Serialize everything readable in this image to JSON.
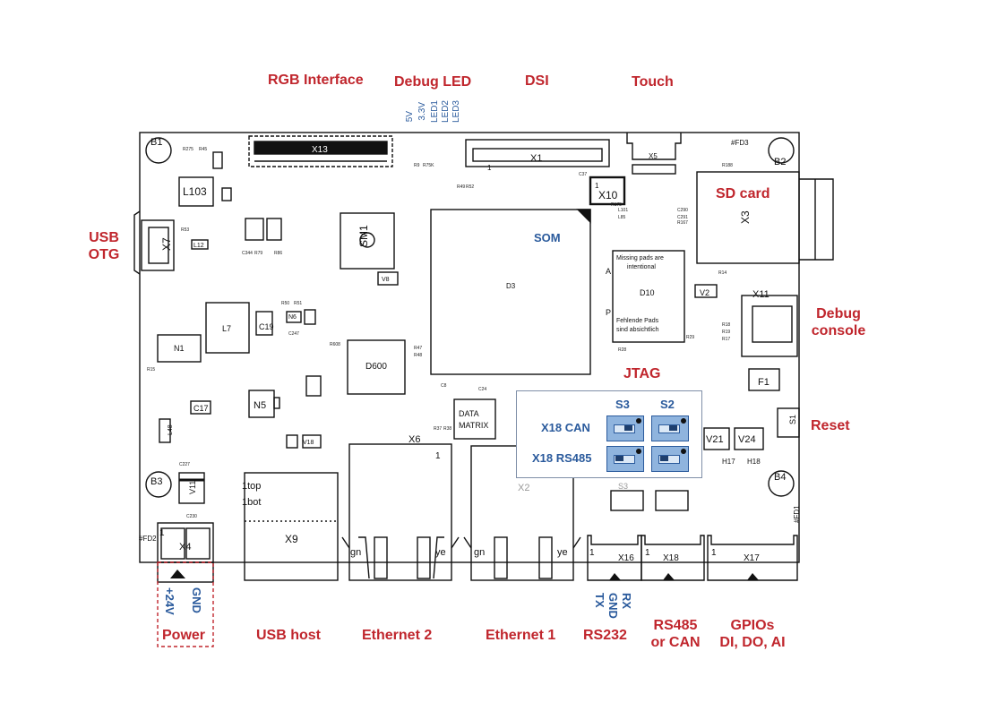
{
  "labels": {
    "rgb_interface": "RGB Interface",
    "debug_led": "Debug LED",
    "dsi": "DSI",
    "touch": "Touch",
    "sd_card": "SD card",
    "usb_otg_1": "USB",
    "usb_otg_2": "OTG",
    "debug_console_1": "Debug",
    "debug_console_2": "console",
    "jtag": "JTAG",
    "reset": "Reset",
    "power": "Power",
    "usb_host": "USB host",
    "ethernet2": "Ethernet 2",
    "ethernet1": "Ethernet 1",
    "rs232": "RS232",
    "rs485_1": "RS485",
    "rs485_2": "or CAN",
    "gpios_1": "GPIOs",
    "gpios_2": "DI, DO, AI",
    "som": "SOM"
  },
  "debug_leds": [
    "5V",
    "3.3V",
    "LED1",
    "LED2",
    "LED3"
  ],
  "power_pins": [
    "+24V",
    "GND"
  ],
  "rs232_pins": [
    "TX",
    "GND",
    "RX"
  ],
  "jtag_panel": {
    "col_s3": "S3",
    "col_s2": "S2",
    "row_can": "X18 CAN",
    "row_rs485": "X18 RS485"
  },
  "board": {
    "components": {
      "x13": "X13",
      "x1": "X1",
      "x5": "X5",
      "x10": "X10",
      "x3": "X3",
      "d3": "D3",
      "d10": "D10",
      "d600": "D600",
      "sm1": "SM1",
      "l103": "L103",
      "x7": "X7",
      "l7": "L7",
      "n1": "N1",
      "n5": "N5",
      "c17": "C17",
      "c19": "C19",
      "x11": "X11",
      "f1": "F1",
      "s1": "S1",
      "v21": "V21",
      "v24": "V24",
      "x6": "X6",
      "x2": "X2",
      "x9": "X9",
      "x4": "X4",
      "x16": "X16",
      "x18": "X18",
      "x17": "X17",
      "v11": "V11",
      "v2": "V2",
      "v8": "V8",
      "n6": "N6",
      "l12": "L12",
      "v18": "V18",
      "l48": "L48",
      "h17": "H17",
      "h18": "H18",
      "b1": "B1",
      "b2": "B2",
      "b3": "B3",
      "b4": "B4",
      "fd1": "#FD1",
      "fd2": "#FD2",
      "fd3": "#FD3",
      "s3_silk": "S3",
      "data_matrix_1": "DATA",
      "data_matrix_2": "MATRIX",
      "x9_top": "1top",
      "x9_bot": "1bot",
      "gn": "gn",
      "ye": "ye",
      "missing1": "Missing pads are",
      "missing2": "intentional",
      "fehlende1": "Fehlende Pads",
      "fehlende2": "sind absichtlich",
      "pin_a": "A",
      "pin_p": "P",
      "pin1": "1"
    }
  },
  "colors": {
    "label_red": "#c0262d",
    "label_blue": "#2a5a9c",
    "line": "#111111"
  }
}
